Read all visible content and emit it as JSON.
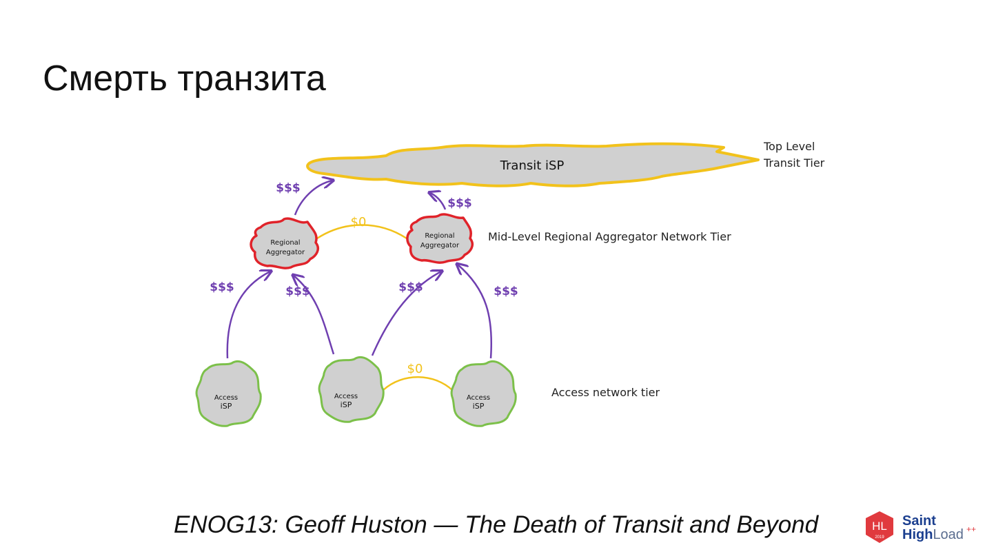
{
  "slide": {
    "title": "Смерть транзита",
    "caption": "ENOG13: Geoff Huston — The Death of Transit and Beyond"
  },
  "diagram": {
    "tiers": {
      "top_line1": "Top Level",
      "top_line2": "Transit Tier",
      "mid": "Mid-Level Regional Aggregator Network Tier",
      "access": "Access network tier"
    },
    "nodes": {
      "transit": "Transit iSP",
      "regional_line1": "Regional",
      "regional_line2": "Aggregator",
      "access_line1": "Access",
      "access_line2": "iSP"
    },
    "labels": {
      "paid": "$$$",
      "free": "$0"
    },
    "colors": {
      "transit_outline": "#f2c21b",
      "regional_outline": "#e0232a",
      "access_outline": "#7cc04a",
      "node_fill": "#cfcfcf",
      "paid_arrow": "#6f3fb0",
      "peering_link": "#f2c21b"
    }
  },
  "logo": {
    "badge": "HL",
    "year": "2019",
    "line1": "Saint",
    "line2_bold": "High",
    "line2_light": "Load",
    "suffix": "++",
    "brand_red": "#e03a3e",
    "brand_blue": "#1b3f8f"
  }
}
